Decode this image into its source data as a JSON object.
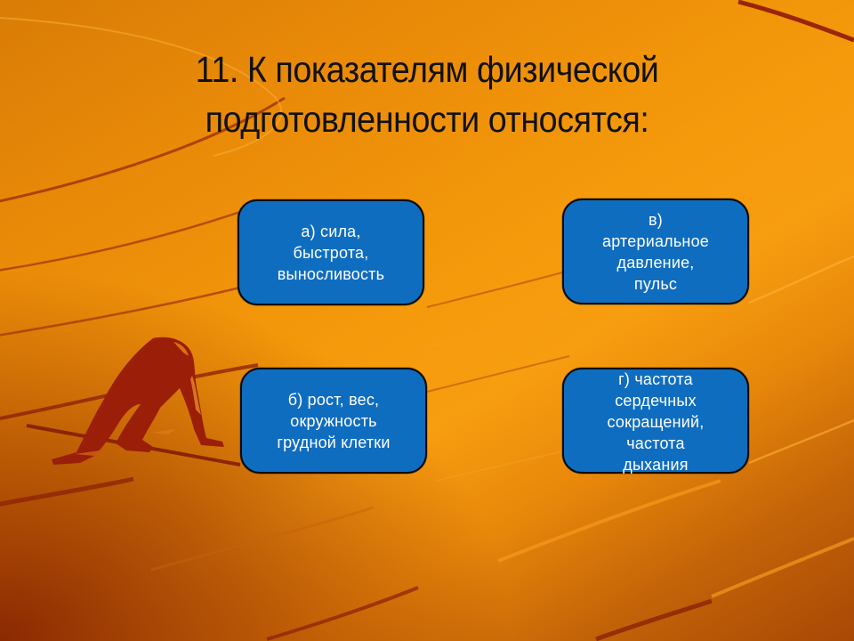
{
  "slide": {
    "title": "11. К показателям физической подготовленности относятся:",
    "answers": [
      {
        "key": "a",
        "label": "а) сила,\nбыстрота,\nвыносливость"
      },
      {
        "key": "v",
        "label": "в)\nартериальное\nдавление,\nпульс"
      },
      {
        "key": "b",
        "label": "б) рост, вес,\nокружность\nгрудной клетки"
      },
      {
        "key": "g",
        "label": "г) частота\nсердечных\nсокращений,\nчастота\nдыхания"
      }
    ],
    "illustration": "sprinter-start-silhouette",
    "colors": {
      "background_light": "#f79d10",
      "background_dark": "#8a1a00",
      "answer_fill": "#0f6dc0",
      "answer_border": "#0a0a0a",
      "answer_text": "#ffffff",
      "title_text": "#111111",
      "runner": "#9a1e08"
    }
  }
}
